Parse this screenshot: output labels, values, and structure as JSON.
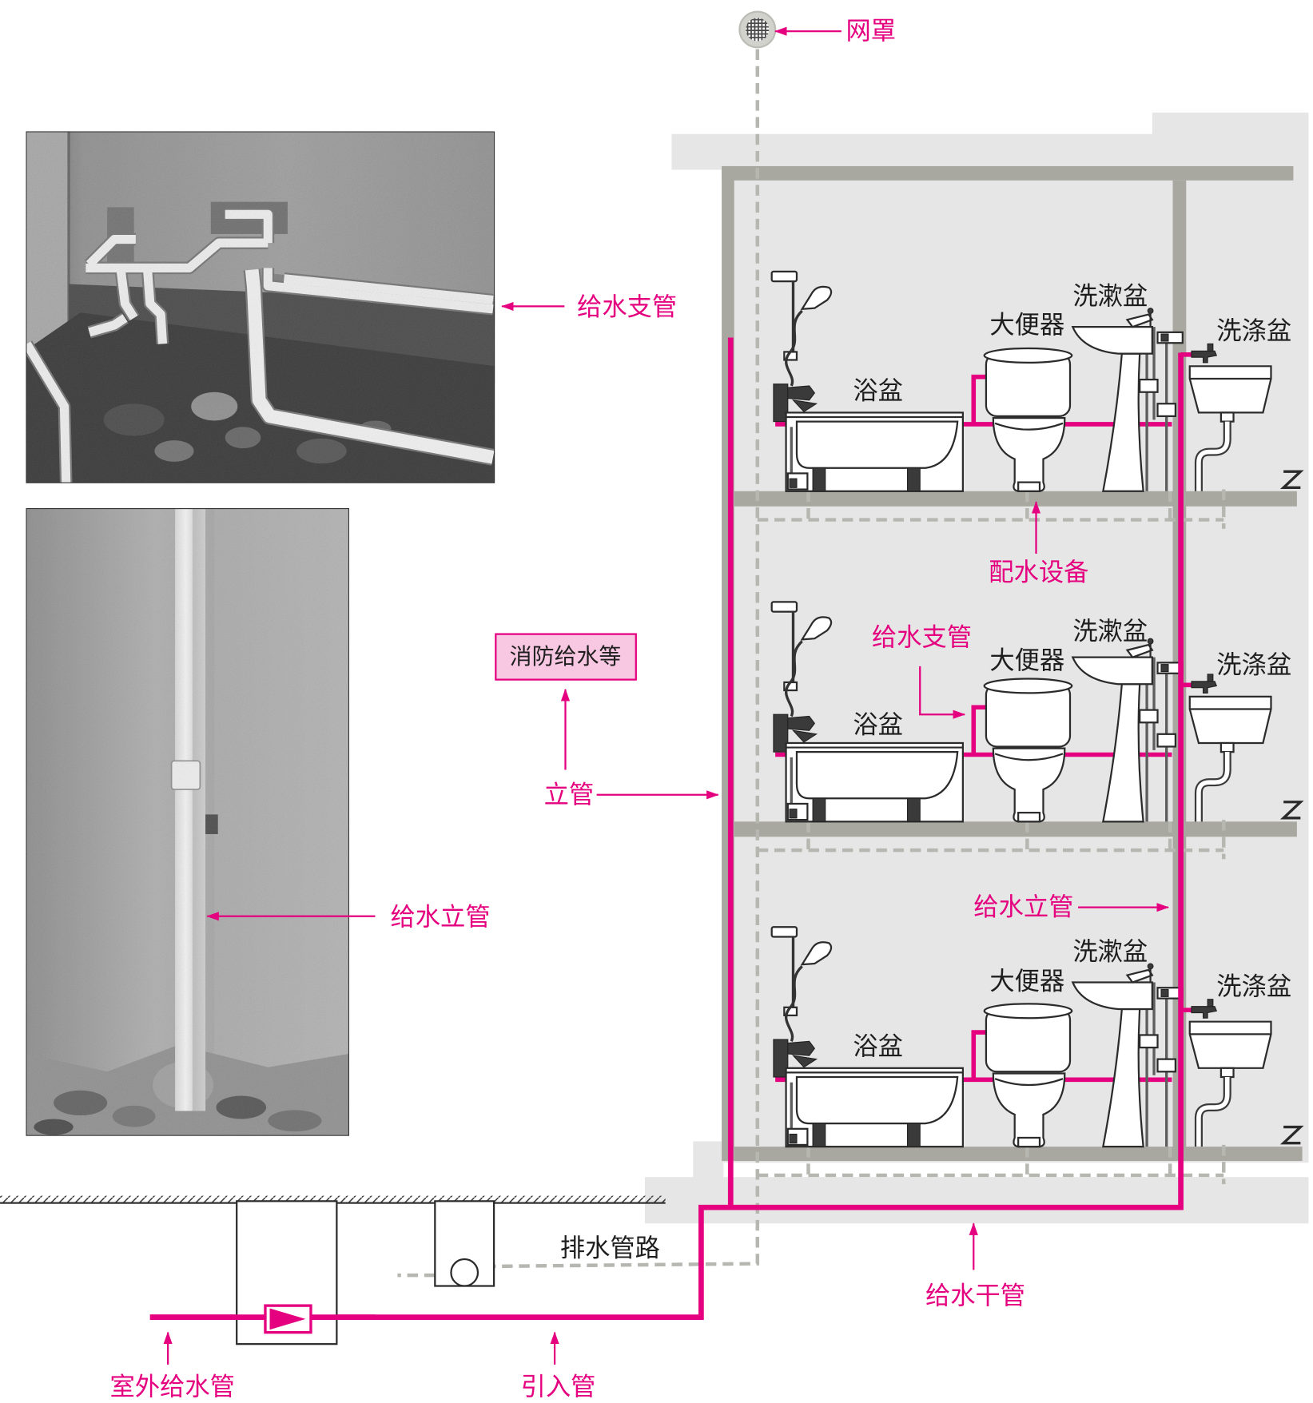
{
  "labels": {
    "cover": "网罩",
    "photo_branch": "给水支管",
    "fire": "消防给水等",
    "riser": "立管",
    "photo_riser": "给水立管",
    "fixtures": "配水设备",
    "branch": "给水支管",
    "supply_riser": "给水立管",
    "drain": "排水管路",
    "main": "给水干管",
    "outdoor": "室外给水管",
    "inlet": "引入管"
  },
  "floors": [
    {
      "bathtub": "浴盆",
      "toilet": "大便器",
      "washbasin": "洗漱盆",
      "sink": "洗涤盆"
    },
    {
      "bathtub": "浴盆",
      "toilet": "大便器",
      "washbasin": "洗漱盆",
      "sink": "洗涤盆"
    },
    {
      "bathtub": "浴盆",
      "toilet": "大便器",
      "washbasin": "洗漱盆",
      "sink": "洗涤盆"
    }
  ],
  "colors": {
    "supply": "#e4007f",
    "structure": "#a9a8a0",
    "building": "#e6e6e6",
    "drain": "#b7b7b1",
    "fire_fill": "#f8c8e2"
  }
}
